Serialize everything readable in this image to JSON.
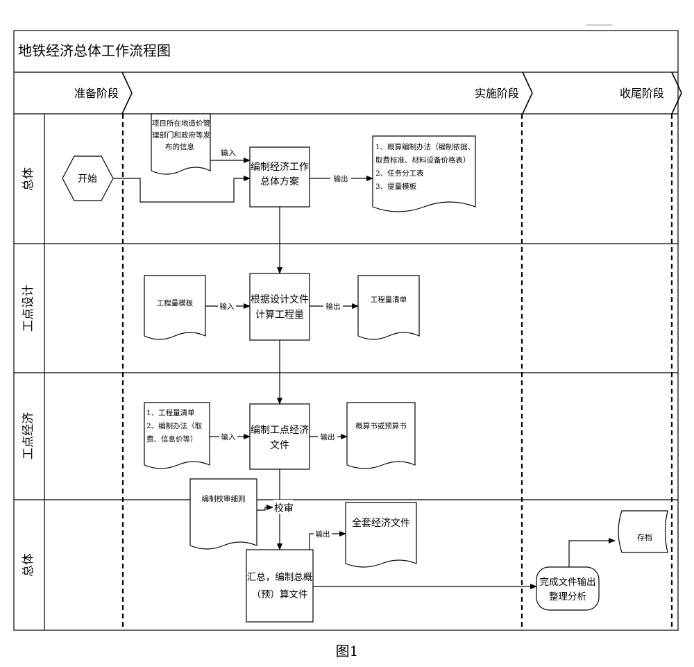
{
  "title": "地铁经济总体工作流程图",
  "phases": [
    "准备阶段",
    "实施阶段",
    "收尾阶段"
  ],
  "lanes": [
    "总体",
    "工点设计",
    "工点经济",
    "总体"
  ],
  "nodes": {
    "start": "开始",
    "doc_info": [
      "项目所在地造价管",
      "理部门和政府等发",
      "布的信息"
    ],
    "plan": [
      "编制经济工作",
      "总体方案"
    ],
    "doc_plan_out": [
      "1、概算编制办法（编制依据、",
      "取费标准、材料设备价格表）",
      "2、任务分工表",
      "3、提量模板"
    ],
    "doc_qty_tpl": "工程量模板",
    "calc_qty": [
      "根据设计文件",
      "计算工程量"
    ],
    "doc_qty_list": "工程量清单",
    "doc_econ_in": [
      "1、工程量清单",
      "2、编制办法（取",
      "费、信息价等）"
    ],
    "econ_file": [
      "编制工点经济",
      "文件"
    ],
    "doc_budget": "概算书或预算书",
    "doc_rules": "编制校审细则",
    "review": "校审",
    "doc_full": "全套经济文件",
    "summary": [
      "汇总，编制总概",
      "（预）算文件"
    ],
    "finish": [
      "完成文件输出",
      "整理分析"
    ],
    "archive": "存档"
  },
  "edge_labels": {
    "input": "输入",
    "output": "输出"
  },
  "caption": "图1"
}
